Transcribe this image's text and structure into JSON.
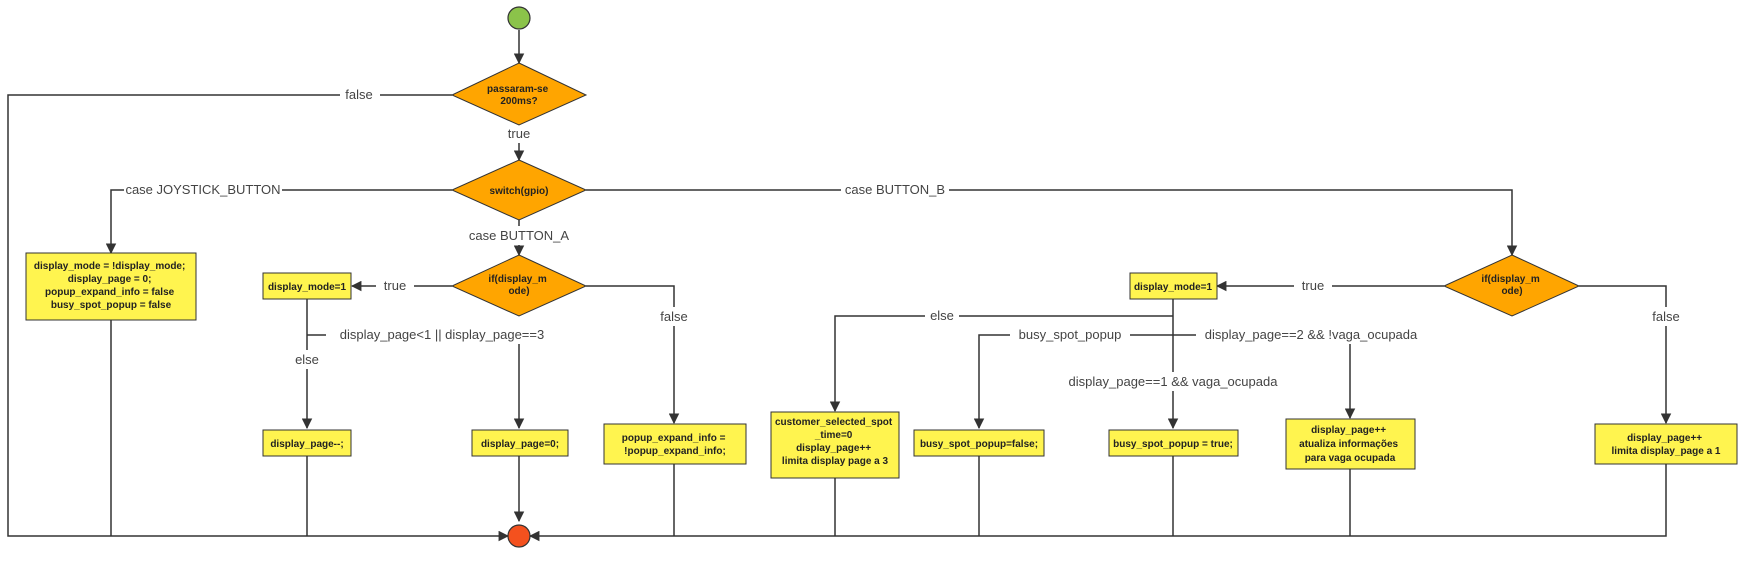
{
  "colors": {
    "decision": "#FFA500",
    "action": "#FFF44F",
    "start": "#8BC34A",
    "end": "#F4511E",
    "line": "#333333"
  },
  "nodes": {
    "start": "",
    "end": "",
    "d_200ms": [
      "passaram-se",
      "200ms?"
    ],
    "d_switch": [
      "switch(gpio)"
    ],
    "d_if_a": [
      "if(display_m",
      "ode)"
    ],
    "d_if_b": [
      "if(display_m",
      "ode)"
    ],
    "b_joystick": [
      "display_mode = !display_mode;",
      "display_page = 0;",
      "popup_expand_info = false",
      "busy_spot_popup = false"
    ],
    "b_dm1_a": [
      "display_mode=1"
    ],
    "b_dec": [
      "display_page--;"
    ],
    "b_page0": [
      "display_page=0;"
    ],
    "b_popup": [
      "popup_expand_info =",
      "!popup_expand_info;"
    ],
    "b_dm1_b": [
      "display_mode=1"
    ],
    "b_customer": [
      "customer_selected_spot",
      "_time=0",
      "display_page++",
      "limita display page a 3"
    ],
    "b_busy_false": [
      "busy_spot_popup=false;"
    ],
    "b_busy_true": [
      "busy_spot_popup = true;"
    ],
    "b_atualiza": [
      "display_page++",
      "atualiza informações",
      "para vaga ocupada"
    ],
    "b_limita1": [
      "display_page++",
      "limita display_page a 1"
    ]
  },
  "edge_labels": {
    "false_200": "false",
    "true_200": "true",
    "joystick": "case JOYSTICK_BUTTON",
    "button_b": "case BUTTON_B",
    "button_a": "case BUTTON_A",
    "a_true": "true",
    "a_false": "false",
    "a_cond": "display_page<1 || display_page==3",
    "a_else": "else",
    "b_true": "true",
    "b_false": "false",
    "b_else": "else",
    "b_busy": "busy_spot_popup",
    "b_page2": "display_page==2 && !vaga_ocupada",
    "b_page1": "display_page==1 && vaga_ocupada"
  }
}
